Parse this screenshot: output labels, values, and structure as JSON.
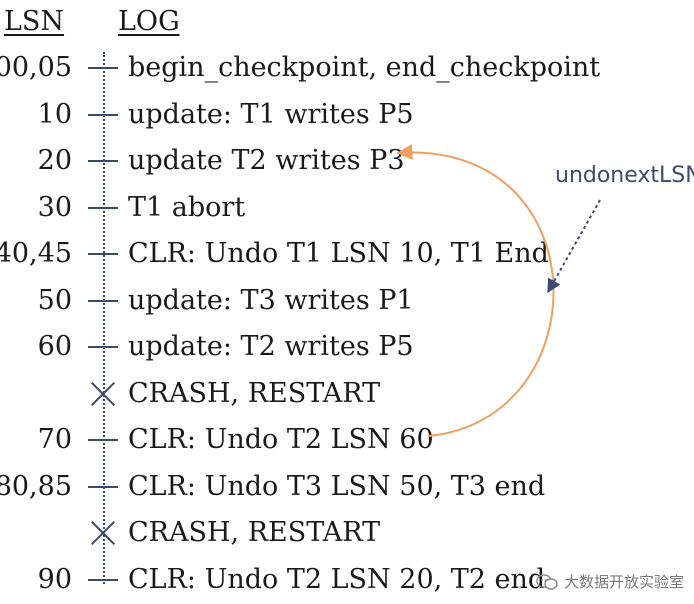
{
  "headers": {
    "lsn": "LSN",
    "log": "LOG"
  },
  "rows": [
    {
      "lsn": "00,05",
      "marker": "tick",
      "text": "begin_checkpoint, end_checkpoint"
    },
    {
      "lsn": "10",
      "marker": "tick",
      "text": "update: T1 writes P5"
    },
    {
      "lsn": "20",
      "marker": "tick",
      "text": "update T2 writes P3"
    },
    {
      "lsn": "30",
      "marker": "tick",
      "text": "T1 abort"
    },
    {
      "lsn": "40,45",
      "marker": "tick",
      "text": "CLR: Undo T1 LSN 10, T1 End"
    },
    {
      "lsn": "50",
      "marker": "tick",
      "text": "update: T3 writes P1"
    },
    {
      "lsn": "60",
      "marker": "tick",
      "text": "update: T2 writes P5"
    },
    {
      "lsn": "",
      "marker": "cross",
      "text": "CRASH, RESTART"
    },
    {
      "lsn": "70",
      "marker": "tick",
      "text": "CLR: Undo T2 LSN 60"
    },
    {
      "lsn": "80,85",
      "marker": "tick",
      "text": "CLR: Undo T3 LSN 50, T3 end"
    },
    {
      "lsn": "",
      "marker": "cross",
      "text": "CRASH, RESTART"
    },
    {
      "lsn": "90",
      "marker": "tick",
      "text": "CLR: Undo T2 LSN 20, T2 end"
    }
  ],
  "annotation": {
    "label": "undonextLSN",
    "arrow_color": "#f0a060",
    "label_color": "#3d4b6c"
  },
  "watermark": {
    "text": "大数据开放实验室",
    "icon": "wechat-icon"
  }
}
